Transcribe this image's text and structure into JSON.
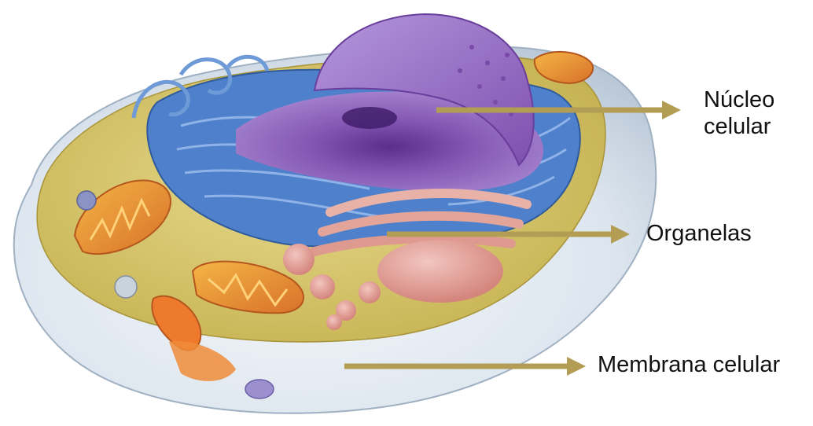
{
  "labels": {
    "nucleus_line1": "Núcleo",
    "nucleus_line2": "celular",
    "organelles": "Organelas",
    "membrane": "Membrana celular"
  },
  "colors": {
    "arrow": "#b39d54",
    "membrane": "#dfe7ee",
    "cytoplasm": "#d8c56a",
    "endoplasmic_reticulum": "#4e7fc9",
    "nucleus": "#8a5cb8",
    "golgi": "#e3a49a",
    "mitochondria": "#e8962f"
  },
  "icons": [
    "arrow-right-icon"
  ]
}
